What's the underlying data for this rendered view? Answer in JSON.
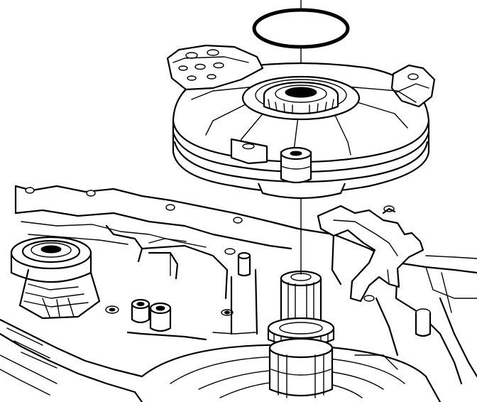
{
  "figure": {
    "subject": "exploded-assembly-line-drawing",
    "components": [
      "o-ring-seal",
      "stator-support-assembly",
      "bearing",
      "shaft-sleeve",
      "transmission-case"
    ],
    "colors": {
      "line": "#000000",
      "background": "#ffffff"
    }
  }
}
